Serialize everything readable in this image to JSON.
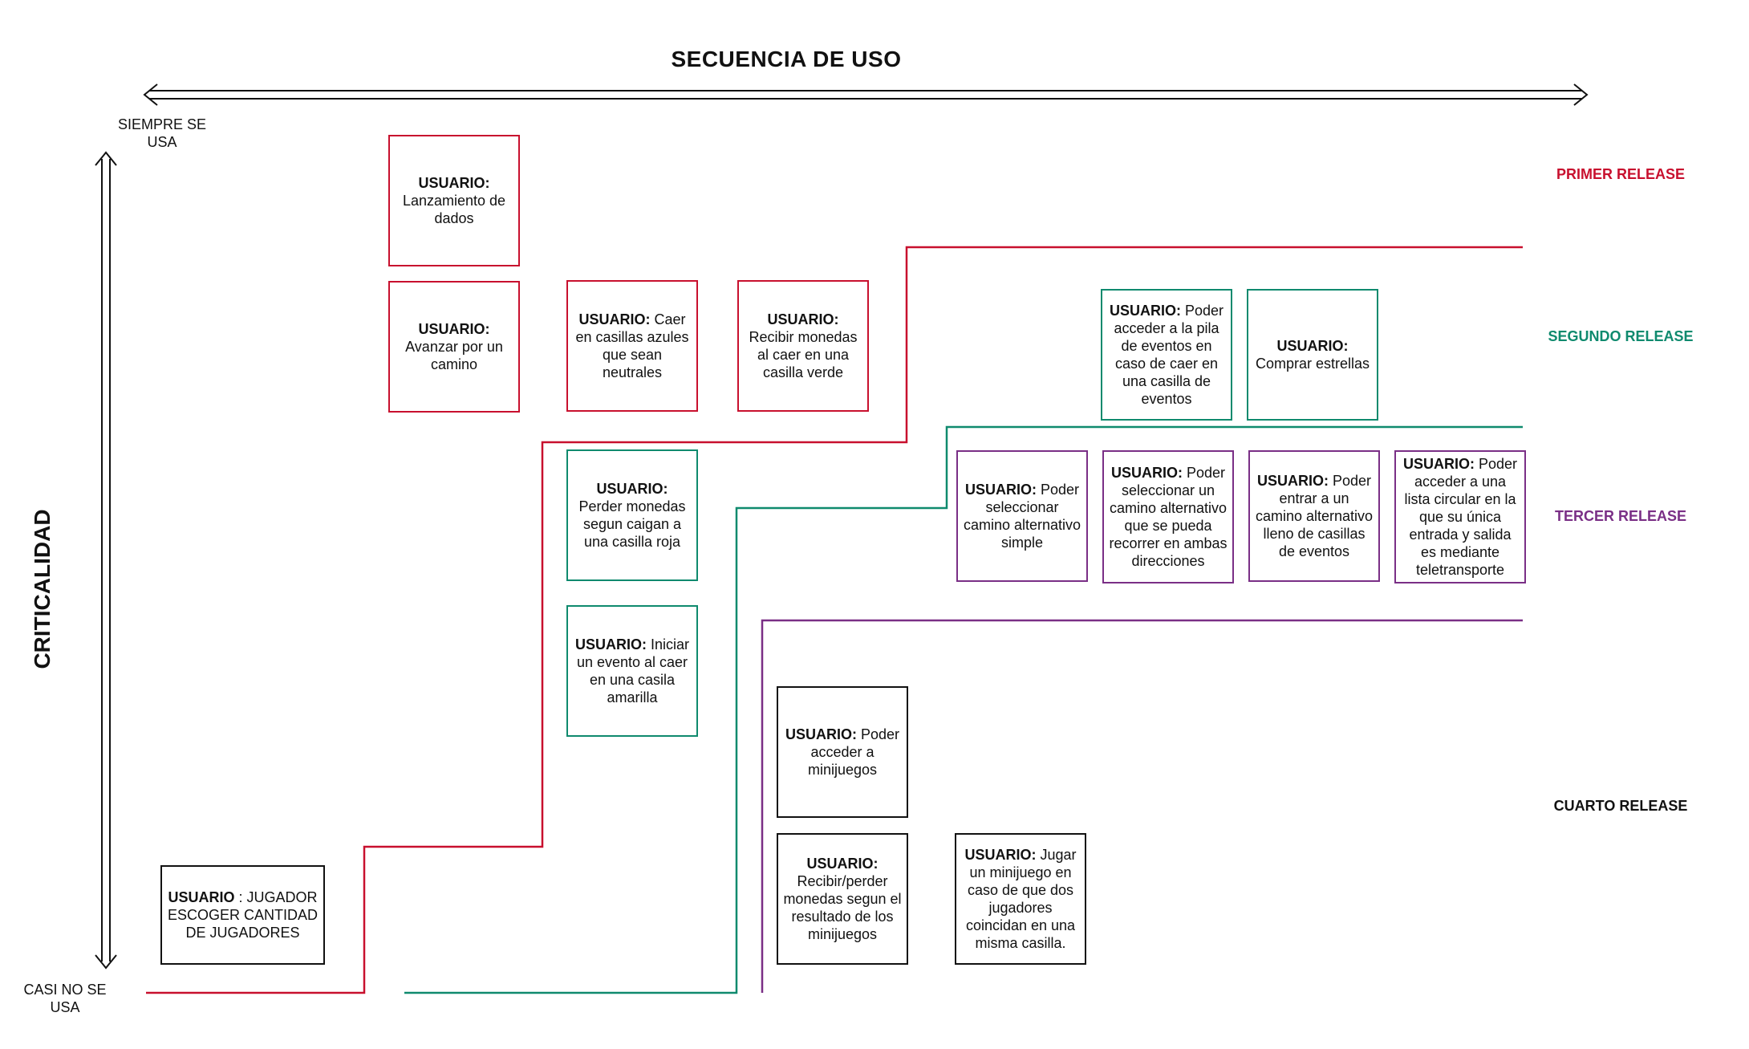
{
  "title": "SECUENCIA DE USO",
  "y_axis": {
    "label": "CRITICALIDAD",
    "top": "SIEMPRE SE USA",
    "bottom": "CASI NO SE USA"
  },
  "colors": {
    "primer": "#c8102e",
    "segundo": "#0f8a6e",
    "tercer": "#7a2f86",
    "cuarto": "#111111"
  },
  "releases": [
    {
      "key": "primer",
      "label": "PRIMER RELEASE"
    },
    {
      "key": "segundo",
      "label": "SEGUNDO RELEASE"
    },
    {
      "key": "tercer",
      "label": "TERCER RELEASE"
    },
    {
      "key": "cuarto",
      "label": "CUARTO RELEASE"
    }
  ],
  "cards": [
    {
      "who": "USUARIO:",
      "text": "Lanzamiento de dados",
      "release": "primer"
    },
    {
      "who": "USUARIO:",
      "text": "Avanzar por un camino",
      "release": "primer"
    },
    {
      "who": "USUARIO:",
      "text": "Caer en casillas azules que sean neutrales",
      "release": "primer"
    },
    {
      "who": "USUARIO:",
      "text": "Recibir monedas al caer en una casilla verde",
      "release": "primer"
    },
    {
      "who": "USUARIO:",
      "text": "Poder acceder a la pila de eventos en caso de caer en una casilla de eventos",
      "release": "segundo"
    },
    {
      "who": "USUARIO:",
      "text": "Comprar estrellas",
      "release": "segundo"
    },
    {
      "who": "USUARIO:",
      "text": "Perder monedas segun caigan a una casilla roja",
      "release": "segundo"
    },
    {
      "who": "USUARIO:",
      "text": "Iniciar un evento al caer en una casila amarilla",
      "release": "segundo"
    },
    {
      "who": "USUARIO:",
      "text": "Poder seleccionar camino alternativo simple",
      "release": "tercer"
    },
    {
      "who": "USUARIO:",
      "text": "Poder seleccionar un camino alternativo que se pueda recorrer en ambas direcciones",
      "release": "tercer"
    },
    {
      "who": "USUARIO:",
      "text": " Poder entrar a un camino alternativo lleno de casillas de eventos",
      "release": "tercer"
    },
    {
      "who": "USUARIO:",
      "text": "Poder acceder a una lista  circular en la que su única entrada y salida es mediante teletransporte",
      "release": "tercer"
    },
    {
      "who": "USUARIO:",
      "text": "Poder acceder a minijuegos",
      "release": "cuarto"
    },
    {
      "who": "USUARIO:",
      "text": "Recibir/perder monedas segun el resultado de los minijuegos",
      "release": "cuarto"
    },
    {
      "who": "USUARIO:",
      "text": "Jugar un minijuego en caso de que dos jugadores coincidan en una misma casilla.",
      "release": "cuarto"
    },
    {
      "who": "USUARIO",
      "text": ": JUGADOR ESCOGER CANTIDAD DE JUGADORES",
      "release": "cuarto"
    }
  ]
}
